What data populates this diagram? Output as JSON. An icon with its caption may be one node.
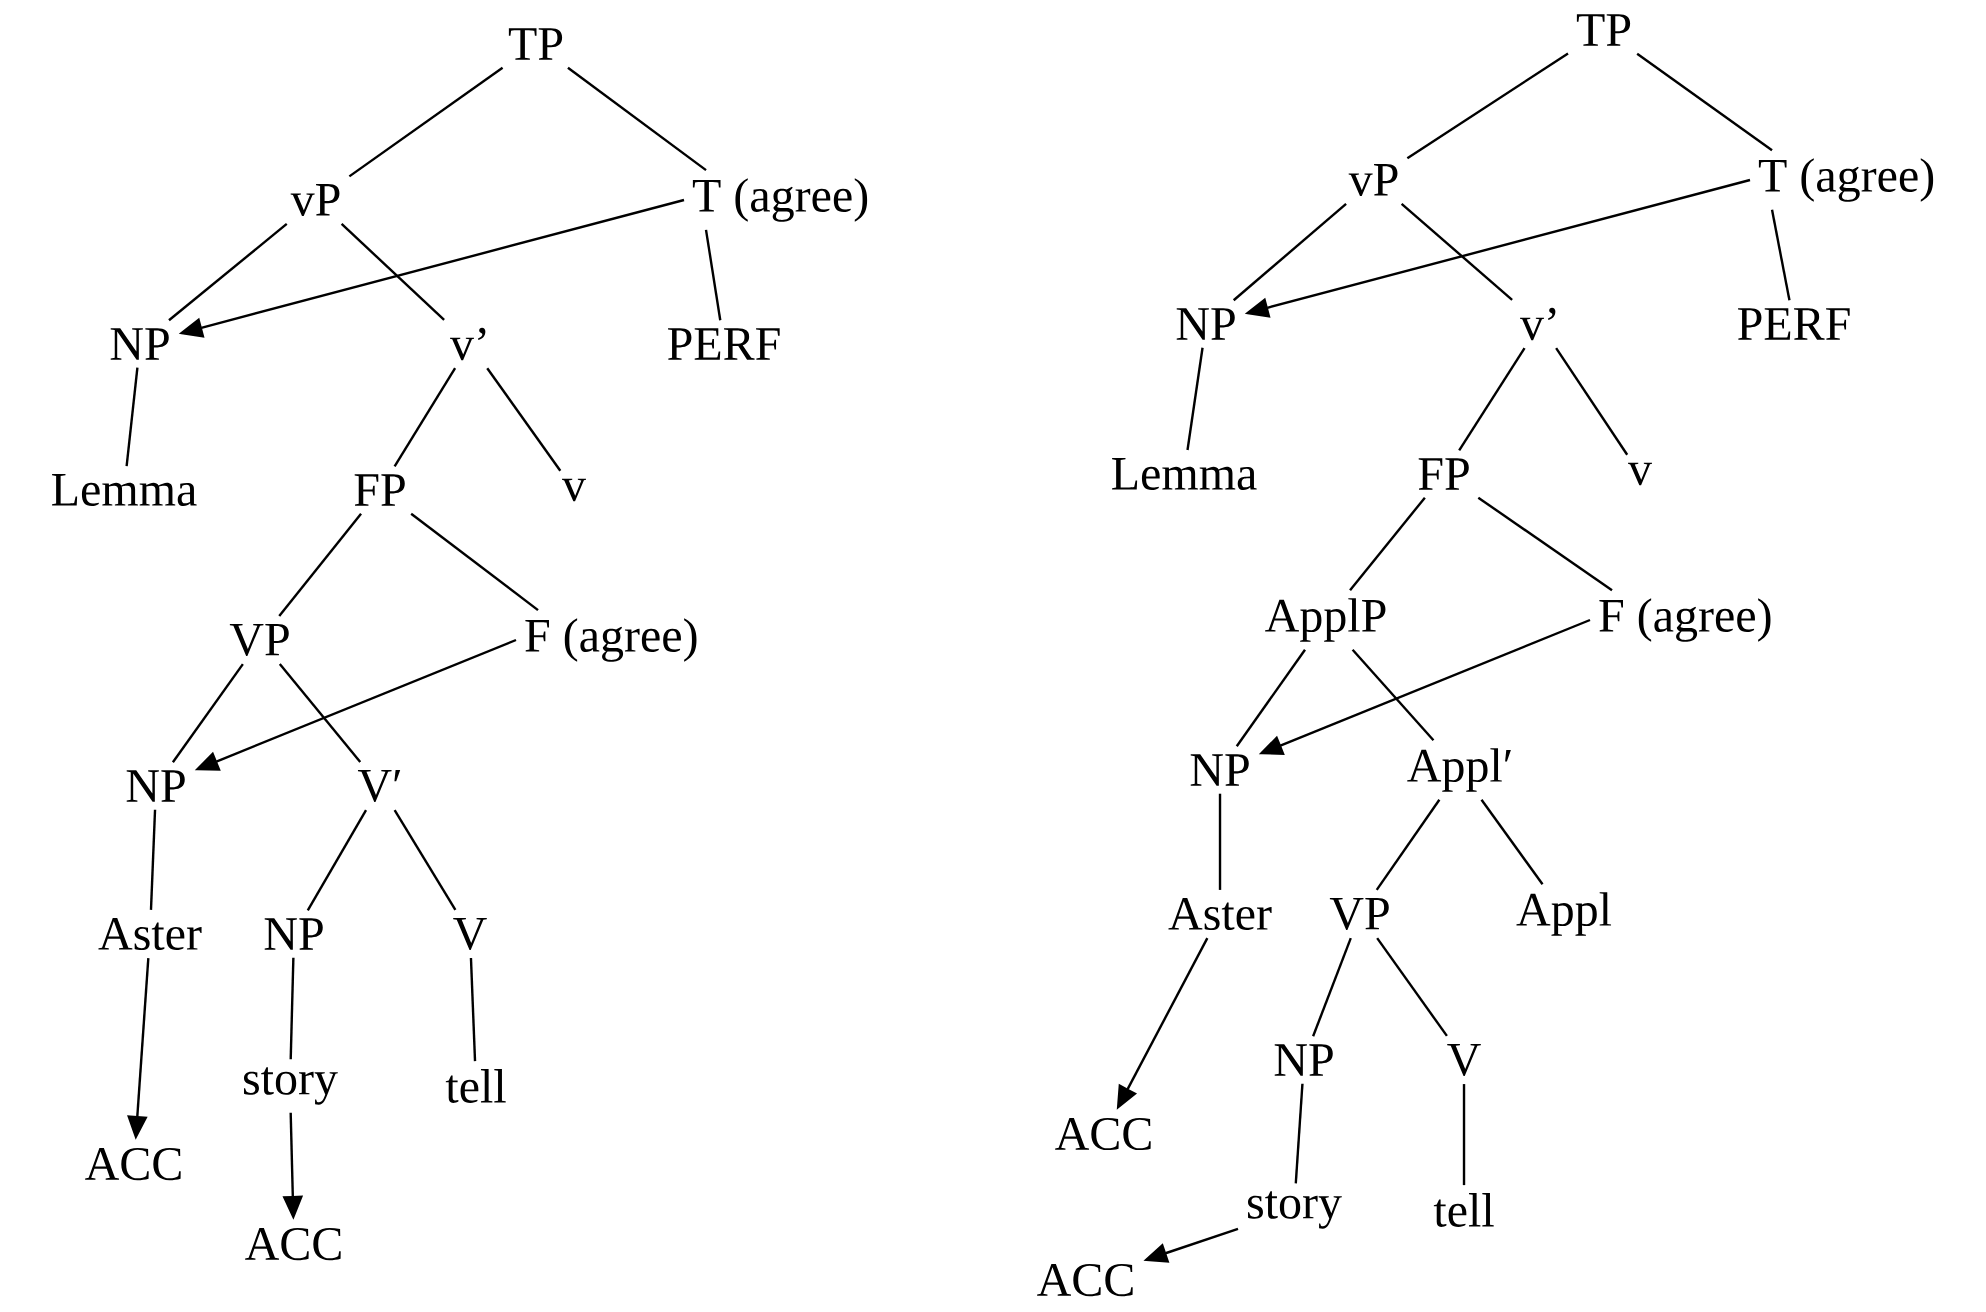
{
  "diagram": {
    "nodes": [
      {
        "text": [
          "TP"
        ]
      },
      {
        "text": [
          "vP"
        ]
      },
      {
        "text": [
          "T (agree)"
        ]
      },
      {
        "text": [
          "NP"
        ]
      },
      {
        "text": [
          "v’"
        ]
      },
      {
        "text": [
          "PERF"
        ]
      },
      {
        "text": [
          "Lemma"
        ]
      },
      {
        "text": [
          "FP"
        ]
      },
      {
        "text": [
          "v"
        ]
      },
      {
        "text": [
          "VP"
        ]
      },
      {
        "text": [
          "F (agree)"
        ]
      },
      {
        "text": [
          "NP"
        ]
      },
      {
        "text": [
          "V′"
        ]
      },
      {
        "text": [
          "Aster"
        ]
      },
      {
        "text": [
          "NP"
        ]
      },
      {
        "text": [
          "V"
        ]
      },
      {
        "text": [
          "story"
        ]
      },
      {
        "text": [
          "tell"
        ]
      },
      {
        "text": [
          "ACC"
        ]
      },
      {
        "text": [
          "ACC"
        ]
      },
      {
        "text": [
          "TP"
        ]
      },
      {
        "text": [
          "vP"
        ]
      },
      {
        "text": [
          "T (agree)"
        ]
      },
      {
        "text": [
          "NP"
        ]
      },
      {
        "text": [
          "v’"
        ]
      },
      {
        "text": [
          "PERF"
        ]
      },
      {
        "text": [
          "Lemma"
        ]
      },
      {
        "text": [
          "FP"
        ]
      },
      {
        "text": [
          "v"
        ]
      },
      {
        "text": [
          "ApplP"
        ]
      },
      {
        "text": [
          "F (agree)"
        ]
      },
      {
        "text": [
          "NP"
        ]
      },
      {
        "text": [
          "Appl′"
        ]
      },
      {
        "text": [
          "Aster"
        ]
      },
      {
        "text": [
          "VP"
        ]
      },
      {
        "text": [
          "Appl"
        ]
      },
      {
        "text": [
          "ACC"
        ]
      },
      {
        "text": [
          "NP"
        ]
      },
      {
        "text": [
          "V"
        ]
      },
      {
        "text": [
          "story"
        ]
      },
      {
        "text": [
          "tell"
        ]
      },
      {
        "text": [
          "ACC"
        ]
      }
    ],
    "edges": [
      {
        "from": 0,
        "to": 1,
        "arrow": "none"
      },
      {
        "from": 0,
        "to": 2,
        "arrow": "none"
      },
      {
        "from": 1,
        "to": 3,
        "arrow": "none"
      },
      {
        "from": 1,
        "to": 4,
        "arrow": "none"
      },
      {
        "from": 2,
        "to": 5,
        "arrow": "none"
      },
      {
        "from": 2,
        "to": 3,
        "arrow": "to"
      },
      {
        "from": 3,
        "to": 6,
        "arrow": "none"
      },
      {
        "from": 4,
        "to": 7,
        "arrow": "none"
      },
      {
        "from": 4,
        "to": 8,
        "arrow": "none"
      },
      {
        "from": 7,
        "to": 9,
        "arrow": "none"
      },
      {
        "from": 7,
        "to": 10,
        "arrow": "none"
      },
      {
        "from": 9,
        "to": 11,
        "arrow": "none"
      },
      {
        "from": 9,
        "to": 12,
        "arrow": "none"
      },
      {
        "from": 10,
        "to": 11,
        "arrow": "to"
      },
      {
        "from": 11,
        "to": 13,
        "arrow": "none"
      },
      {
        "from": 12,
        "to": 14,
        "arrow": "none"
      },
      {
        "from": 12,
        "to": 15,
        "arrow": "none"
      },
      {
        "from": 13,
        "to": 18,
        "arrow": "to"
      },
      {
        "from": 14,
        "to": 16,
        "arrow": "none"
      },
      {
        "from": 15,
        "to": 17,
        "arrow": "none"
      },
      {
        "from": 16,
        "to": 19,
        "arrow": "to"
      },
      {
        "from": 20,
        "to": 21,
        "arrow": "none"
      },
      {
        "from": 20,
        "to": 22,
        "arrow": "none"
      },
      {
        "from": 21,
        "to": 23,
        "arrow": "none"
      },
      {
        "from": 21,
        "to": 24,
        "arrow": "none"
      },
      {
        "from": 22,
        "to": 25,
        "arrow": "none"
      },
      {
        "from": 22,
        "to": 23,
        "arrow": "to"
      },
      {
        "from": 23,
        "to": 26,
        "arrow": "none"
      },
      {
        "from": 24,
        "to": 27,
        "arrow": "none"
      },
      {
        "from": 24,
        "to": 28,
        "arrow": "none"
      },
      {
        "from": 27,
        "to": 29,
        "arrow": "none"
      },
      {
        "from": 27,
        "to": 30,
        "arrow": "none"
      },
      {
        "from": 29,
        "to": 31,
        "arrow": "none"
      },
      {
        "from": 29,
        "to": 32,
        "arrow": "none"
      },
      {
        "from": 30,
        "to": 31,
        "arrow": "to"
      },
      {
        "from": 31,
        "to": 33,
        "arrow": "none"
      },
      {
        "from": 32,
        "to": 34,
        "arrow": "none"
      },
      {
        "from": 32,
        "to": 35,
        "arrow": "none"
      },
      {
        "from": 33,
        "to": 36,
        "arrow": "to"
      },
      {
        "from": 34,
        "to": 37,
        "arrow": "none"
      },
      {
        "from": 34,
        "to": 38,
        "arrow": "none"
      },
      {
        "from": 37,
        "to": 39,
        "arrow": "none"
      },
      {
        "from": 38,
        "to": 40,
        "arrow": "none"
      },
      {
        "from": 39,
        "to": 41,
        "arrow": "to"
      }
    ]
  }
}
